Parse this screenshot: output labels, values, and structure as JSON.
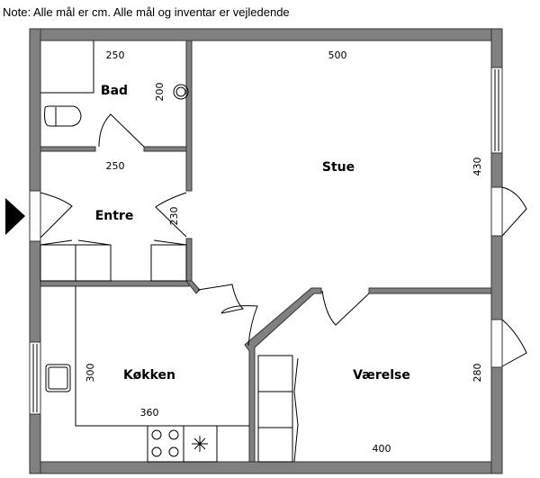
{
  "note": "Note: Alle mål er cm. Alle mål og inventar er vejledende",
  "rooms": {
    "bad": {
      "label": "Bad",
      "width": "250",
      "depth": "200"
    },
    "entre": {
      "label": "Entre",
      "width": "250",
      "depth": "230"
    },
    "stue": {
      "label": "Stue",
      "width": "500",
      "depth": "430"
    },
    "kokken": {
      "label": "Køkken",
      "width": "360",
      "depth": "300"
    },
    "vaerelse": {
      "label": "Værelse",
      "width": "400",
      "depth": "280"
    }
  },
  "colors": {
    "wall": "#808080",
    "line": "#000000"
  }
}
